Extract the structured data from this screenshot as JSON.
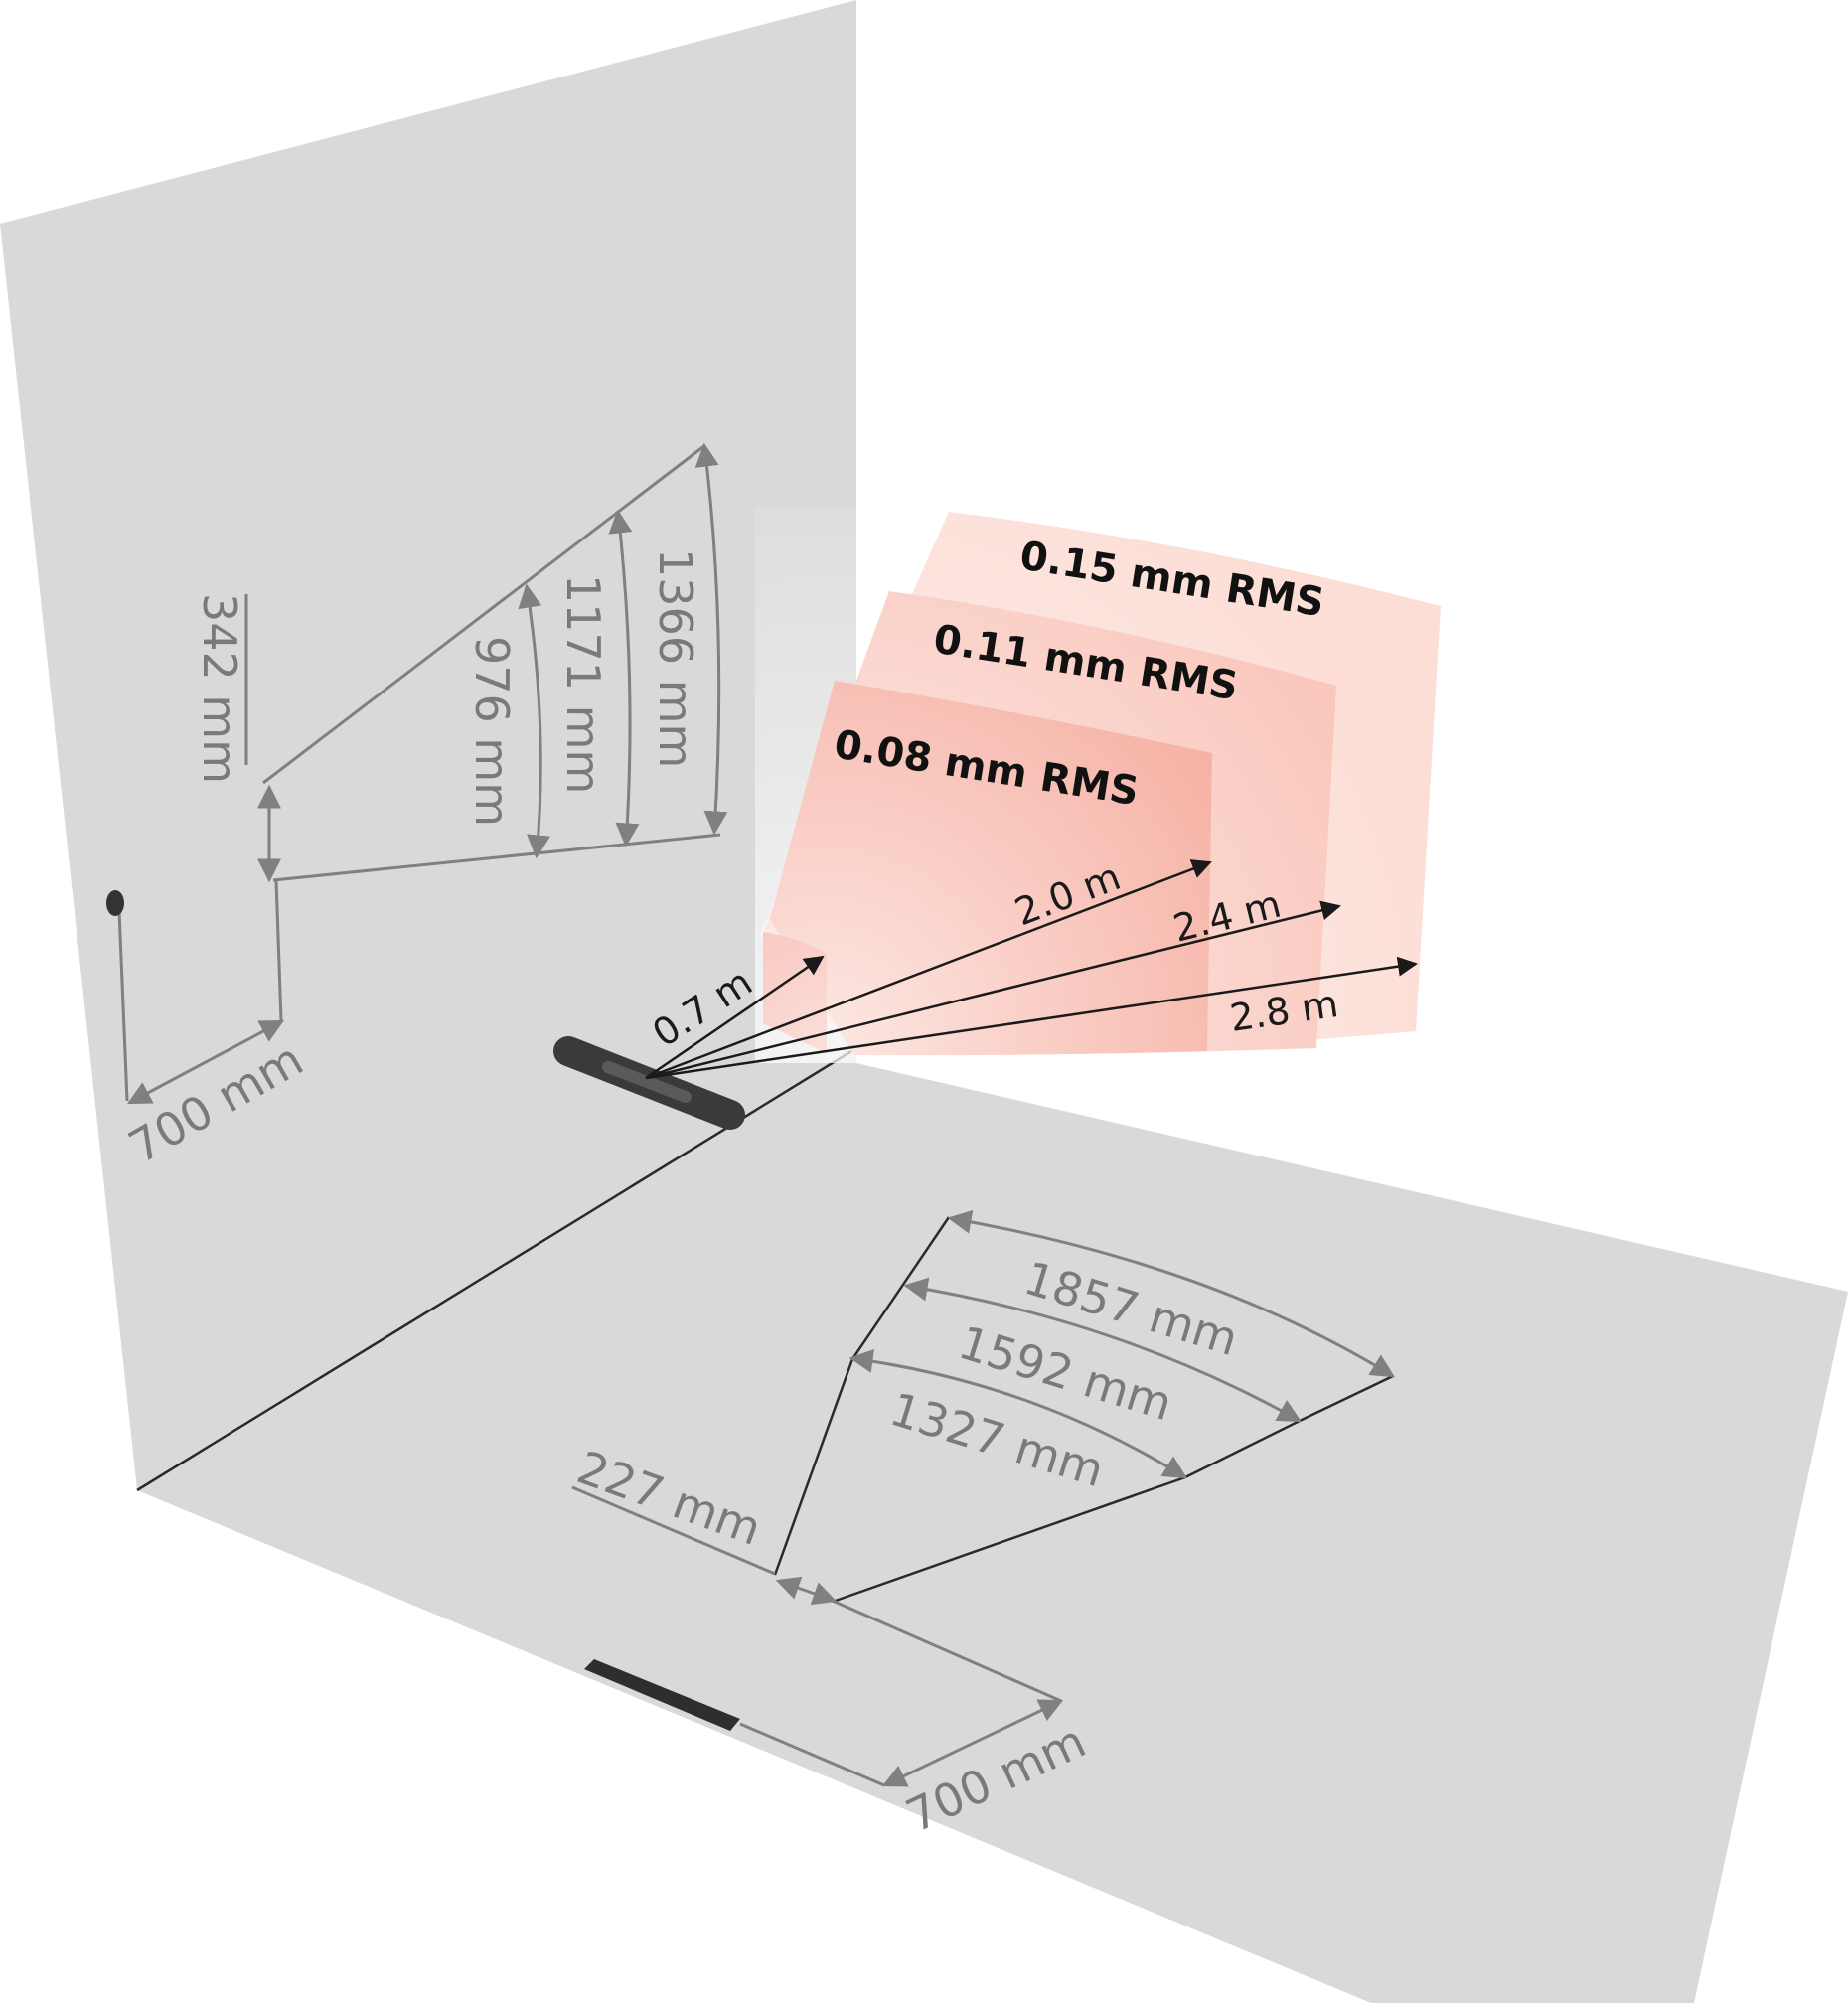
{
  "colors": {
    "panel": "#d9d9d9",
    "dimension": "#808080",
    "text_dark": "#111111",
    "zone_inner": "#f4a090",
    "zone_outer": "#fcded6",
    "device": "#3a3a3a"
  },
  "wall": {
    "width_label": "700 mm",
    "offset_label": "342 mm",
    "heights": [
      "976 mm",
      "1171 mm",
      "1366 mm"
    ]
  },
  "floor": {
    "width_label": "700 mm",
    "offset_label": "227 mm",
    "widths": [
      "1857 mm",
      "1592 mm",
      "1327 mm"
    ]
  },
  "accuracy_zones": [
    {
      "label": "0.15 mm RMS"
    },
    {
      "label": "0.11 mm RMS"
    },
    {
      "label": "0.08 mm RMS"
    }
  ],
  "distances": [
    "0.7 m",
    "2.0 m",
    "2.4 m",
    "2.8 m"
  ]
}
